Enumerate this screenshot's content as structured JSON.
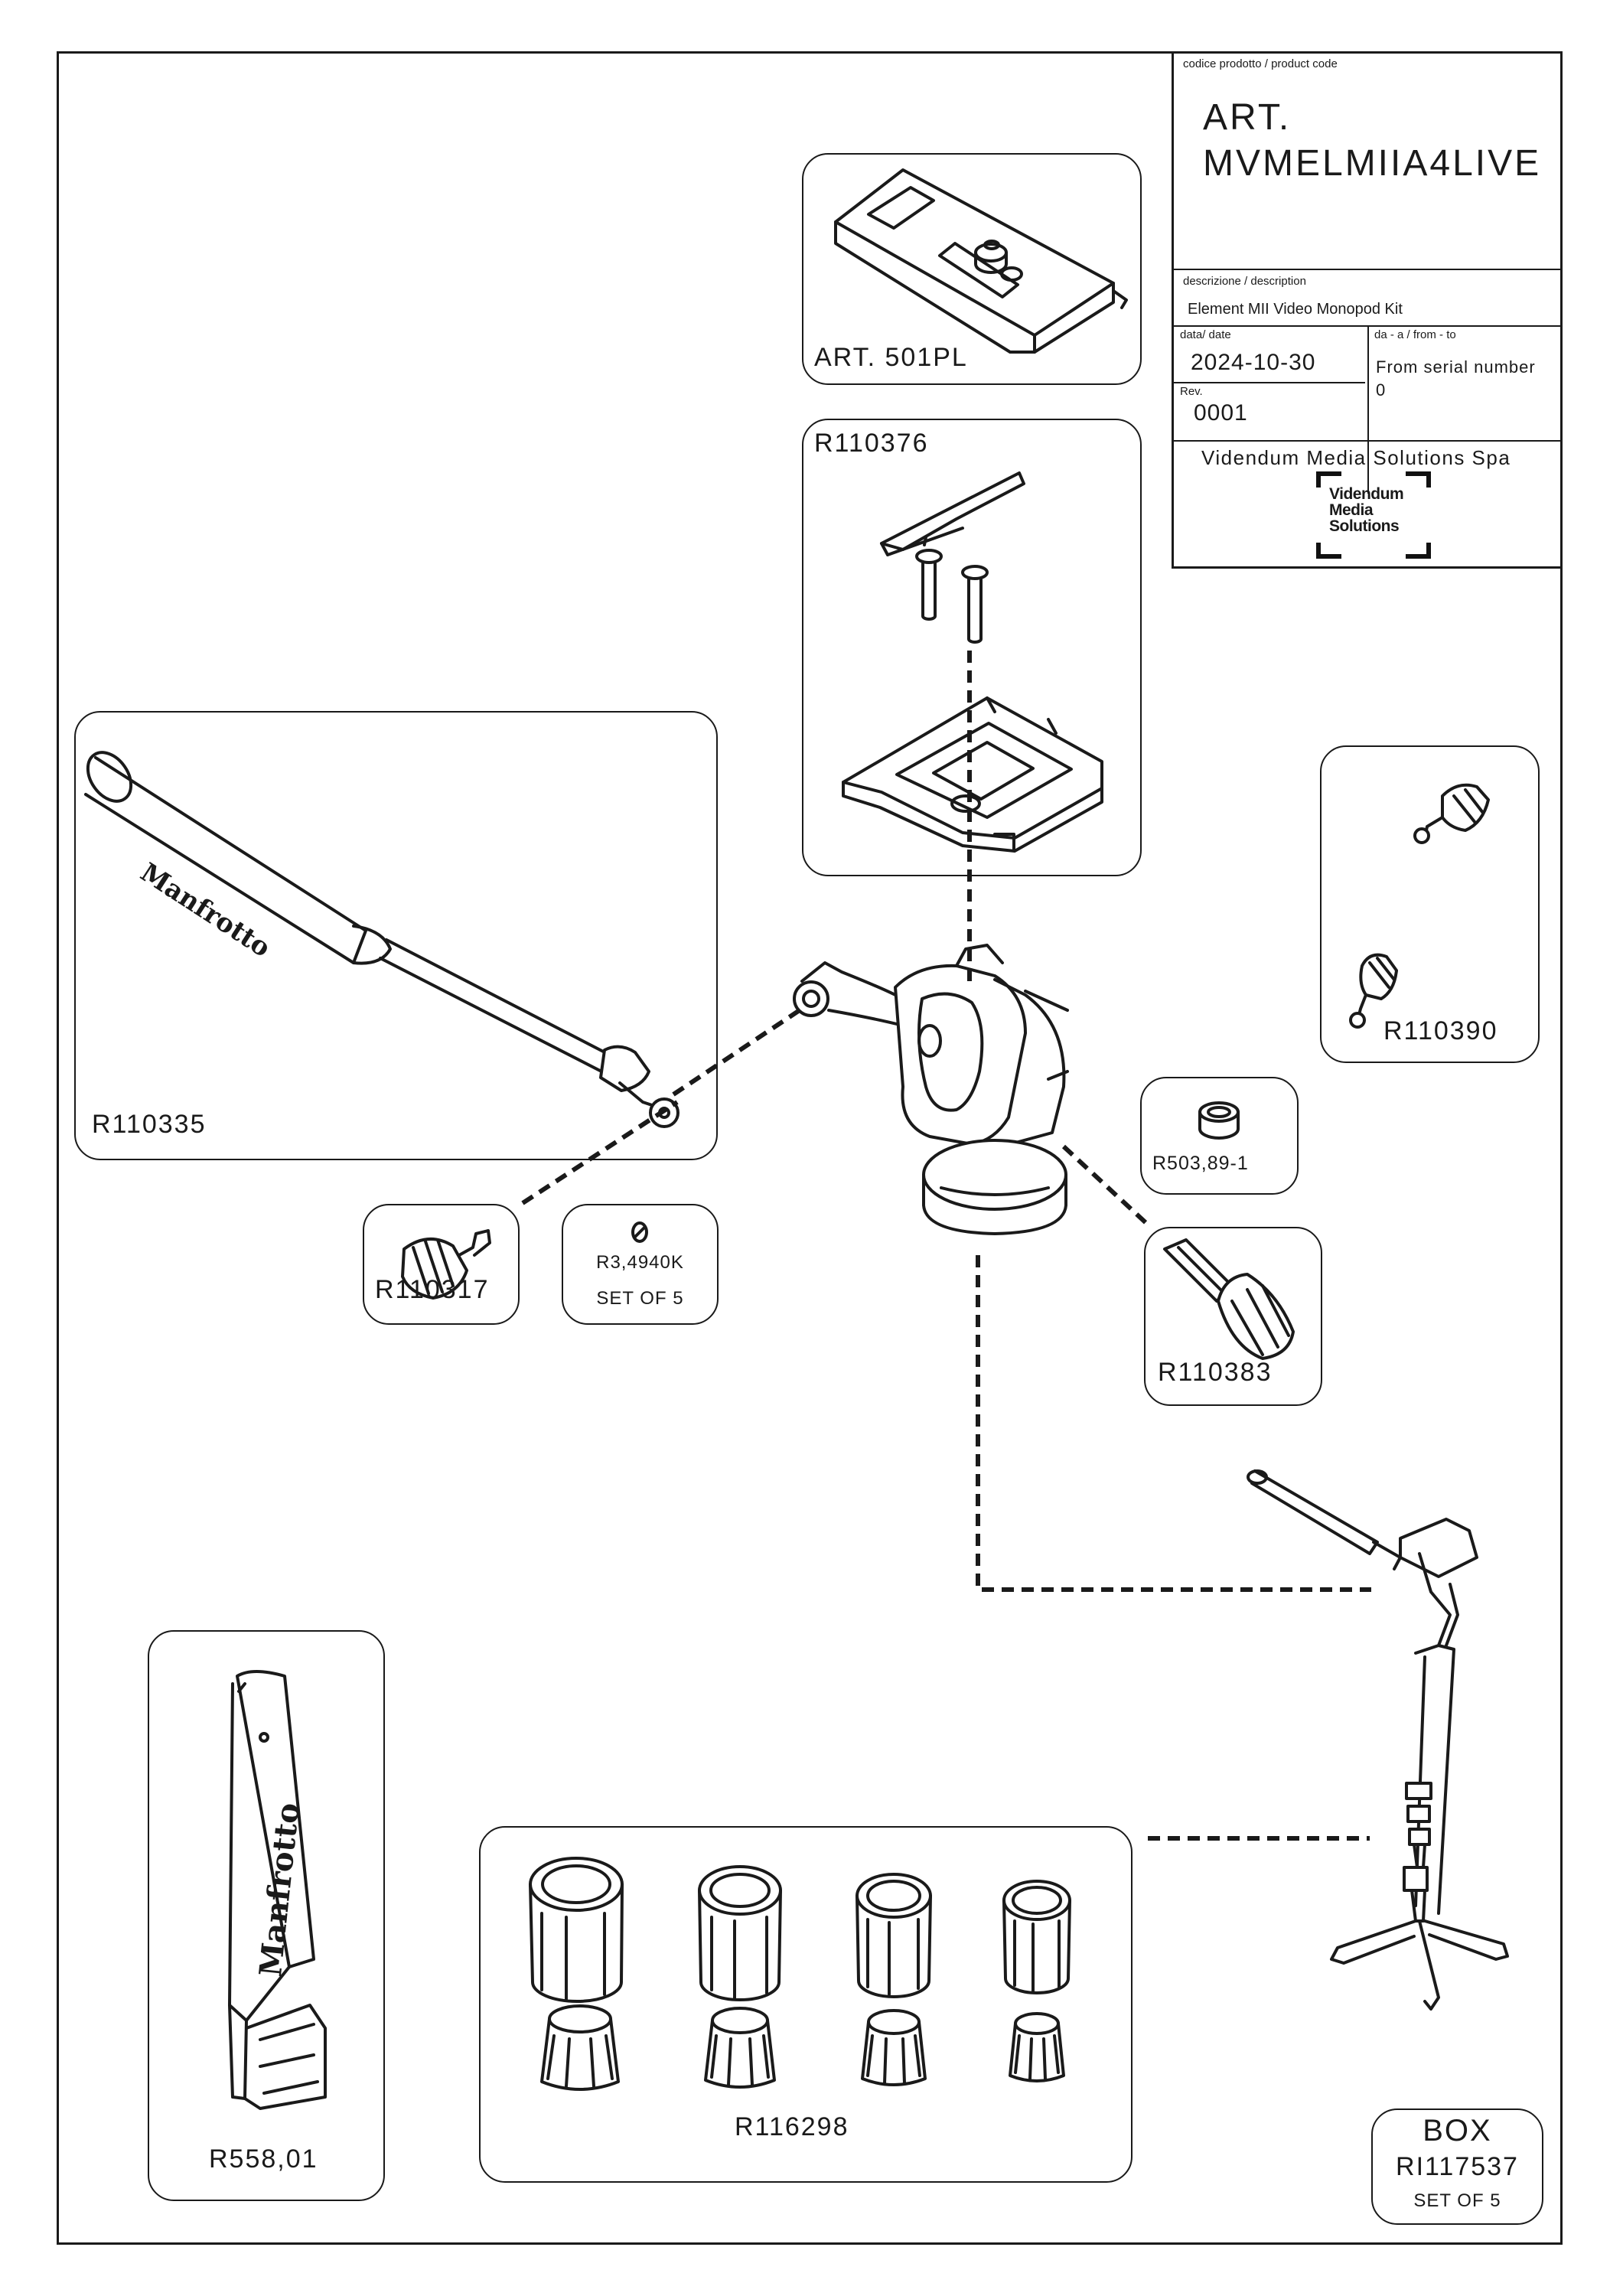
{
  "title_block": {
    "product_code_caption": "codice prodotto / product code",
    "art_prefix": "ART.",
    "art_code": "MVMELMIIA4LIVE",
    "description_caption": "descrizione / description",
    "description": "Element MII Video Monopod Kit",
    "date_caption": "data/ date",
    "date": "2024-10-30",
    "from_to_caption": "da - a / from - to",
    "from_to_value_1": "From serial number",
    "from_to_value_2": "0",
    "rev_caption": "Rev.",
    "rev": "0001",
    "company": "Videndum Media Solutions Spa",
    "logo_line1": "Videndum",
    "logo_line2": "Media",
    "logo_line3": "Solutions"
  },
  "parts": {
    "quick_plate": "ART. 501PL",
    "plate_clamp": "R110376",
    "pan_bar": "R110335",
    "pan_bar_brand": "Manfrotto",
    "lock_knobs": "R110390",
    "bushing": "R503,89-1",
    "knob_small": "R110317",
    "screw_label": "R3,4940K",
    "screw_set": "SET OF 5",
    "knob_large": "R110383",
    "strap": "R558,01",
    "strap_brand": "Manfrotto",
    "leg_locks": "R116298",
    "box_title": "BOX",
    "box_code": "RI117537",
    "box_set": "SET OF 5"
  }
}
